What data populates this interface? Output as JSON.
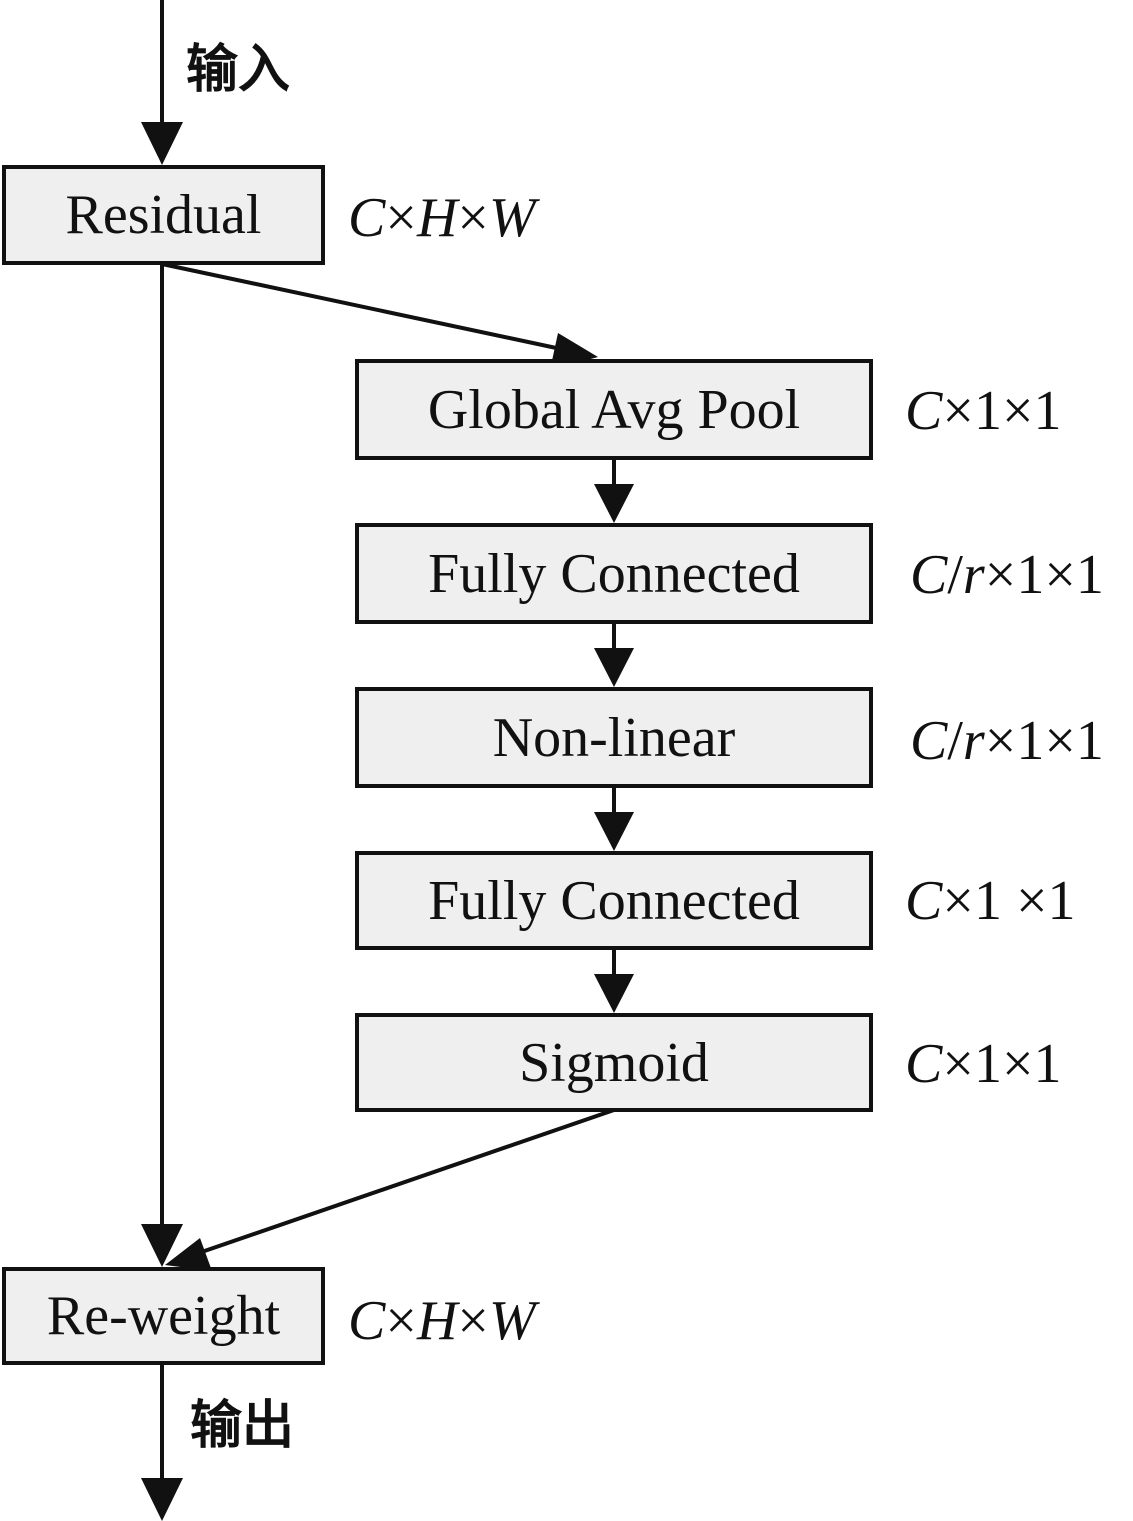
{
  "input_label": "输入",
  "output_label": "输出",
  "residual": {
    "label": "Residual",
    "dim": "C×H×W"
  },
  "branch": [
    {
      "label": "Global Avg Pool",
      "dim": "C×1×1"
    },
    {
      "label": "Fully Connected",
      "dim": "C/r×1×1"
    },
    {
      "label": "Non-linear",
      "dim": "C/r×1×1"
    },
    {
      "label": "Fully Connected",
      "dim": "C×1 ×1"
    },
    {
      "label": "Sigmoid",
      "dim": "C×1×1"
    }
  ],
  "reweight": {
    "label": "Re-weight",
    "dim": "C×H×W"
  }
}
